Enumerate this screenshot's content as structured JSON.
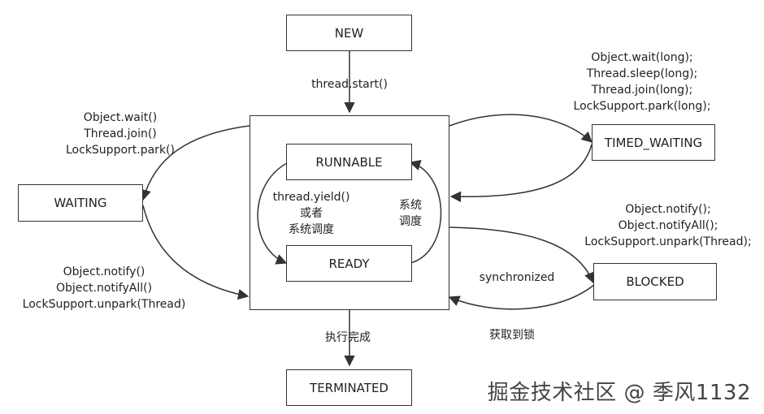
{
  "states": {
    "new": "NEW",
    "runnable": "RUNNABLE",
    "ready": "READY",
    "waiting": "WAITING",
    "timed_waiting": "TIMED_WAITING",
    "blocked": "BLOCKED",
    "terminated": "TERMINATED"
  },
  "edges": {
    "start": "thread.start()",
    "to_waiting": [
      "Object.wait()",
      "Thread.join()",
      "LockSupport.park()"
    ],
    "from_waiting": [
      "Object.notify()",
      "Object.notifyAll()",
      "LockSupport.unpark(Thread)"
    ],
    "to_timed": [
      "Object.wait(long);",
      "Thread.sleep(long);",
      "Thread.join(long);",
      "LockSupport.park(long);"
    ],
    "from_blocked": [
      "Object.notify();",
      "Object.notifyAll();",
      "LockSupport.unpark(Thread);"
    ],
    "yield": [
      "thread.yield()",
      "或者",
      "系统调度"
    ],
    "schedule": [
      "系统",
      "调度"
    ],
    "synchronized": "synchronized",
    "acquire_lock": "获取到锁",
    "finish": "执行完成"
  },
  "watermark": "掘金技术社区 @ 季风1132"
}
